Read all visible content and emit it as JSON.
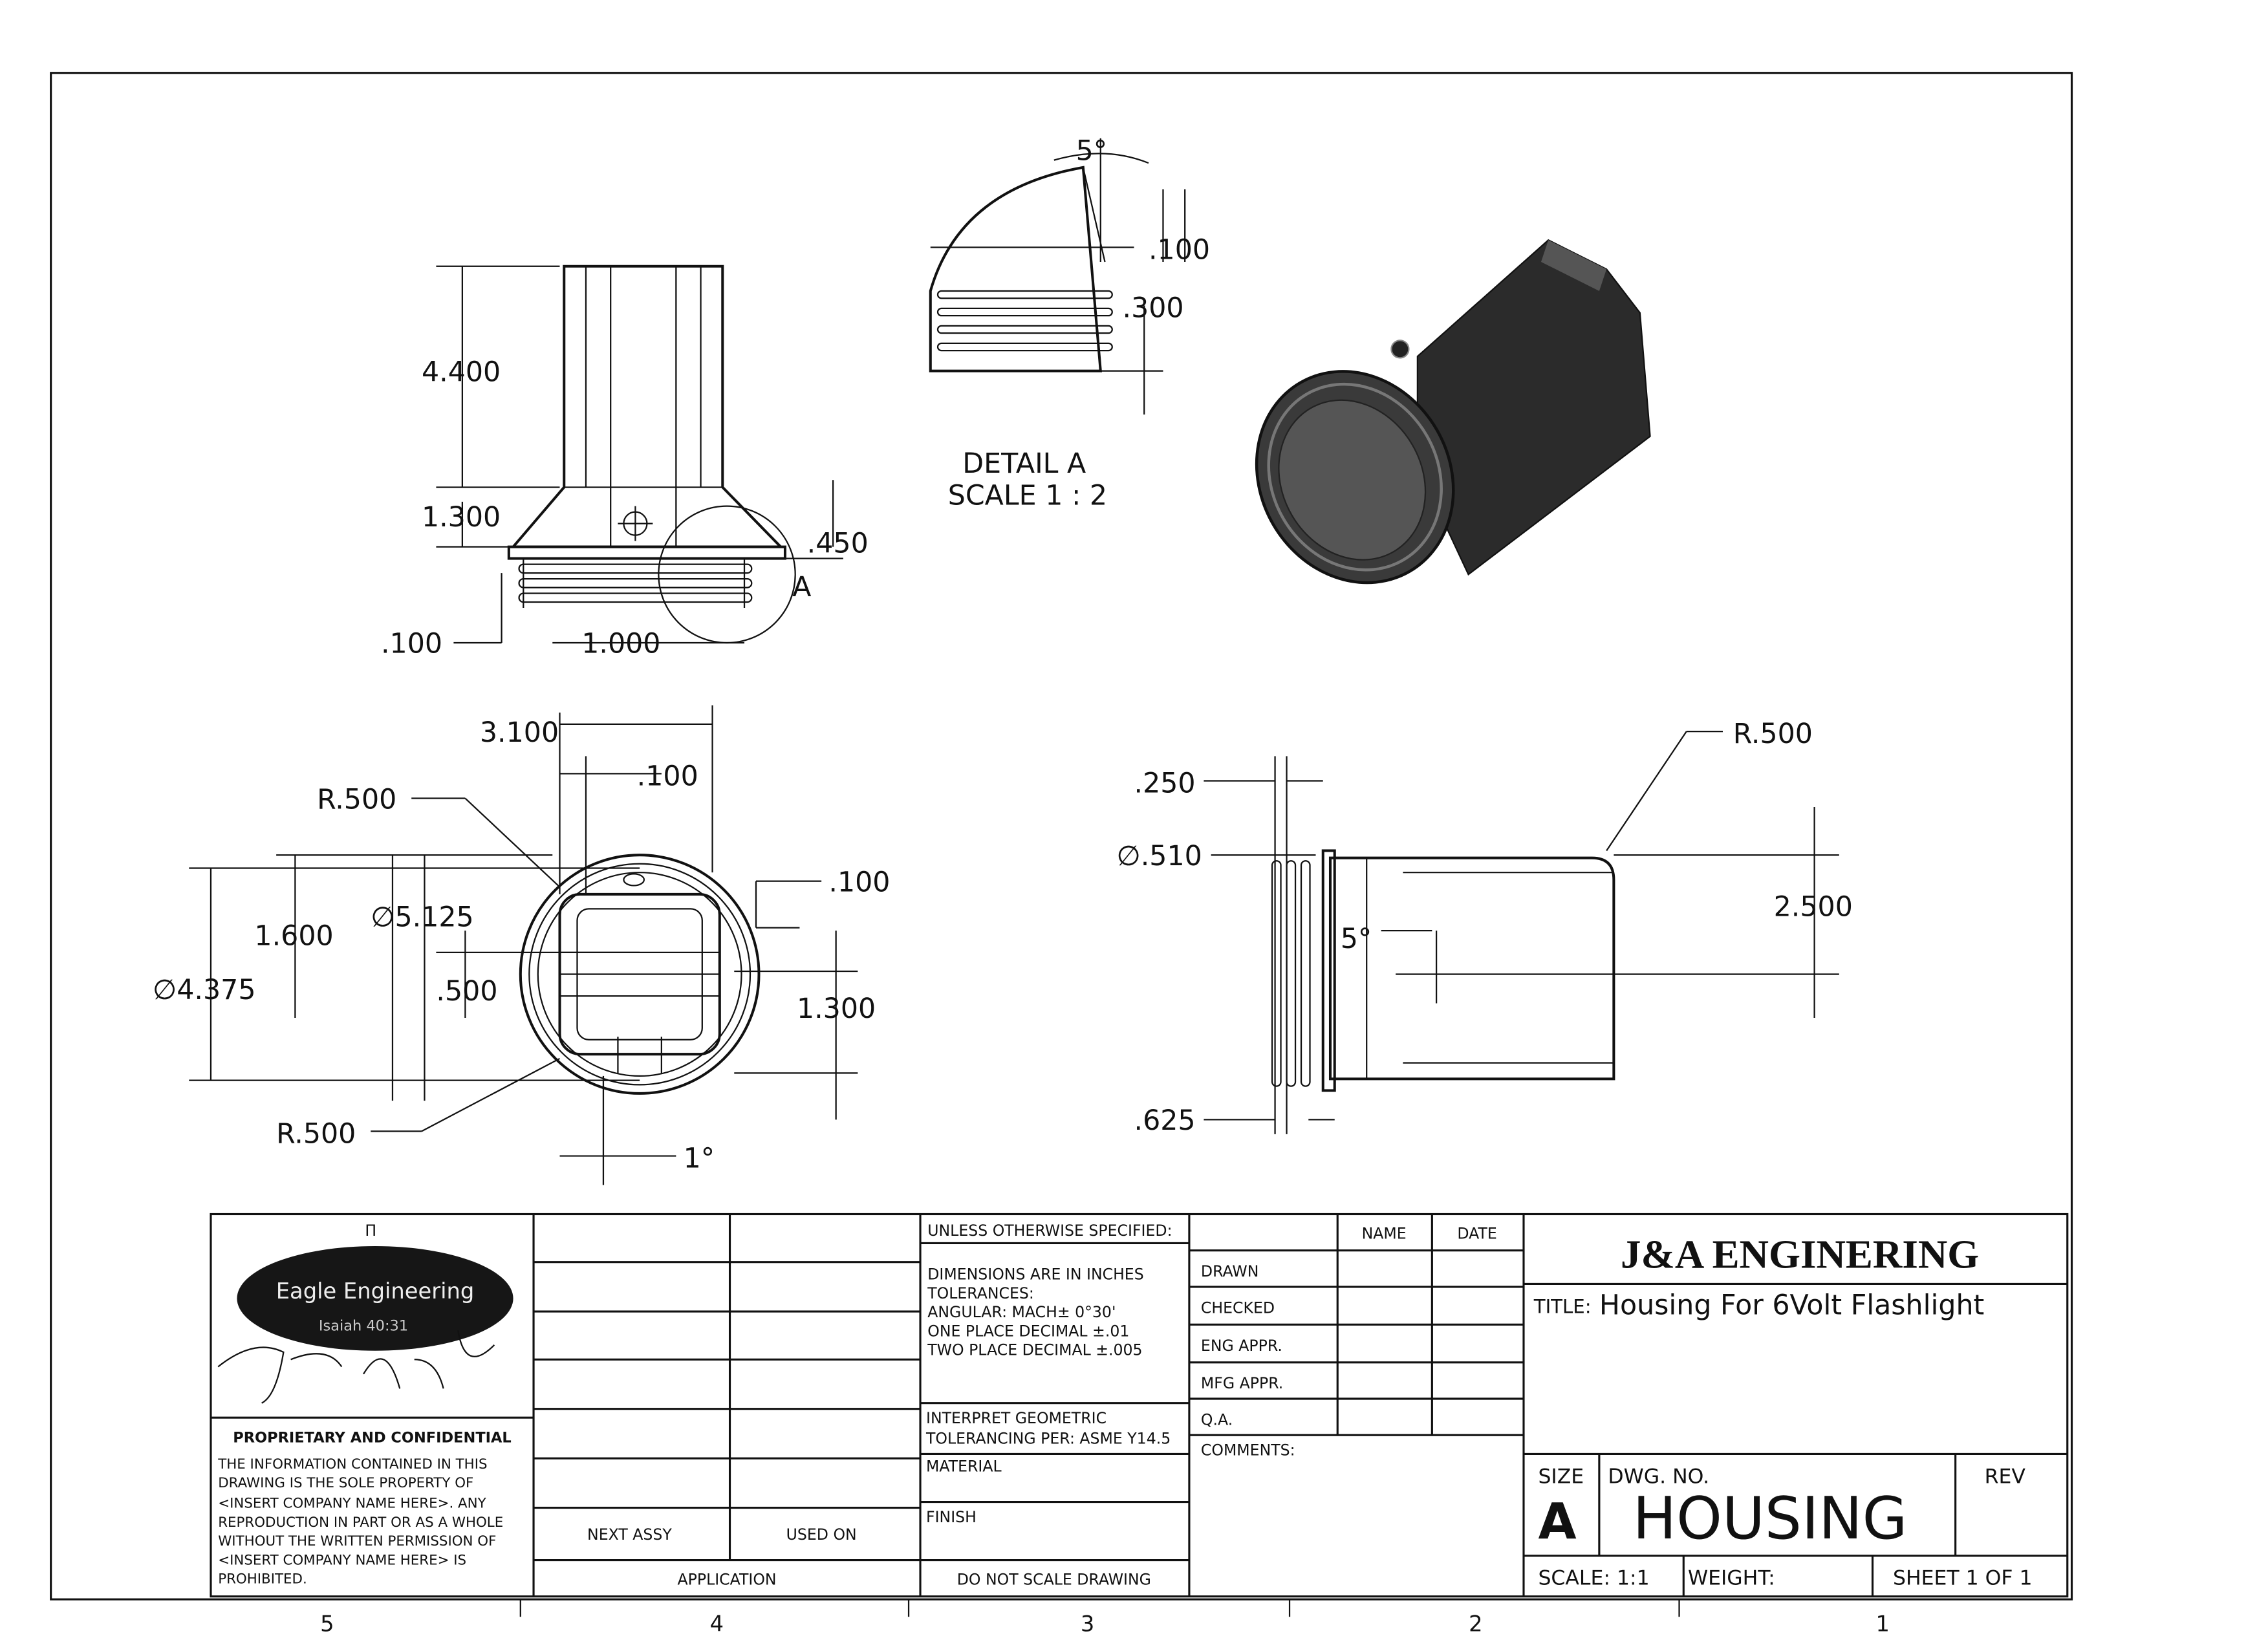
{
  "front_view": {
    "dims": [
      "4.400",
      "1.300",
      ".450",
      "A",
      ".100",
      "1.000"
    ]
  },
  "detail_a": {
    "dims": [
      "5°",
      ".100",
      ".300"
    ],
    "label": "DETAIL A",
    "scale": "SCALE 1 : 2"
  },
  "top_view": {
    "dims": [
      "3.100",
      ".100",
      "R.500",
      ".100",
      "1.600",
      "∅5.125",
      "∅4.375",
      ".500",
      "1.300",
      "R.500",
      "1°"
    ]
  },
  "side_view": {
    "dims": [
      "R.500",
      ".250",
      "∅.510",
      "2.500",
      "5°",
      ".625"
    ]
  },
  "title_block": {
    "logo": {
      "name": "Eagle Engineering",
      "verse": "Isaiah 40:31",
      "signature": "Josiah Abel",
      "mark": "П"
    },
    "proprietary_heading": "PROPRIETARY AND CONFIDENTIAL",
    "proprietary_lines": [
      "THE INFORMATION CONTAINED IN THIS",
      "DRAWING IS THE SOLE PROPERTY OF",
      "<INSERT COMPANY NAME HERE>.  ANY",
      "REPRODUCTION IN PART OR AS A WHOLE",
      "WITHOUT THE WRITTEN PERMISSION OF",
      "<INSERT COMPANY NAME HERE> IS",
      "PROHIBITED."
    ],
    "next_assy": "NEXT ASSY",
    "used_on": "USED ON",
    "application": "APPLICATION",
    "unless": "UNLESS OTHERWISE SPECIFIED:",
    "tolerance_lines": [
      "DIMENSIONS ARE IN INCHES",
      "TOLERANCES:",
      "ANGULAR: MACH±  0°30'",
      "ONE PLACE DECIMAL    ±.01",
      "TWO PLACE DECIMAL   ±.005"
    ],
    "interpret_lines": [
      "INTERPRET GEOMETRIC",
      "TOLERANCING PER: ASME Y14.5"
    ],
    "material": "MATERIAL",
    "finish": "FINISH",
    "do_not_scale": "DO NOT SCALE DRAWING",
    "name_header": "NAME",
    "date_header": "DATE",
    "approvals": [
      "DRAWN",
      "CHECKED",
      "ENG APPR.",
      "MFG APPR.",
      "Q.A."
    ],
    "comments": "COMMENTS:",
    "company": "J&A ENGINERING",
    "title_label": "TITLE:",
    "title": "Housing For 6Volt Flashlight",
    "size_label": "SIZE",
    "size": "A",
    "dwg_no_label": "DWG. NO.",
    "dwg_no": "HOUSING",
    "rev_label": "REV",
    "scale": "SCALE: 1:1",
    "weight": "WEIGHT:",
    "sheet": "SHEET 1 OF 1"
  },
  "zones": [
    "5",
    "4",
    "3",
    "2",
    "1"
  ]
}
